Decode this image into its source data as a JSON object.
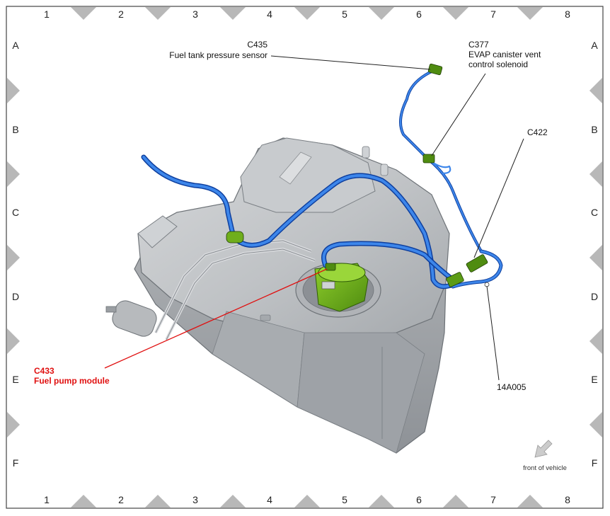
{
  "grid": {
    "columns": [
      "1",
      "2",
      "3",
      "4",
      "5",
      "6",
      "7",
      "8"
    ],
    "rows": [
      "A",
      "B",
      "C",
      "D",
      "E",
      "F"
    ]
  },
  "callouts": {
    "c435": {
      "code": "C435",
      "desc": "Fuel tank pressure sensor"
    },
    "c377": {
      "code": "C377",
      "desc_line1": "EVAP canister vent",
      "desc_line2": "control solenoid"
    },
    "c422": {
      "code": "C422"
    },
    "c433": {
      "code": "C433",
      "desc": "Fuel pump module"
    },
    "part": {
      "code": "14A005"
    }
  },
  "orientation": {
    "label": "front of vehicle"
  },
  "colors": {
    "highlight": "#e01010",
    "harness": "#1f5fd0",
    "tank": "#b9bcbf",
    "connector": "#6fae1c"
  }
}
